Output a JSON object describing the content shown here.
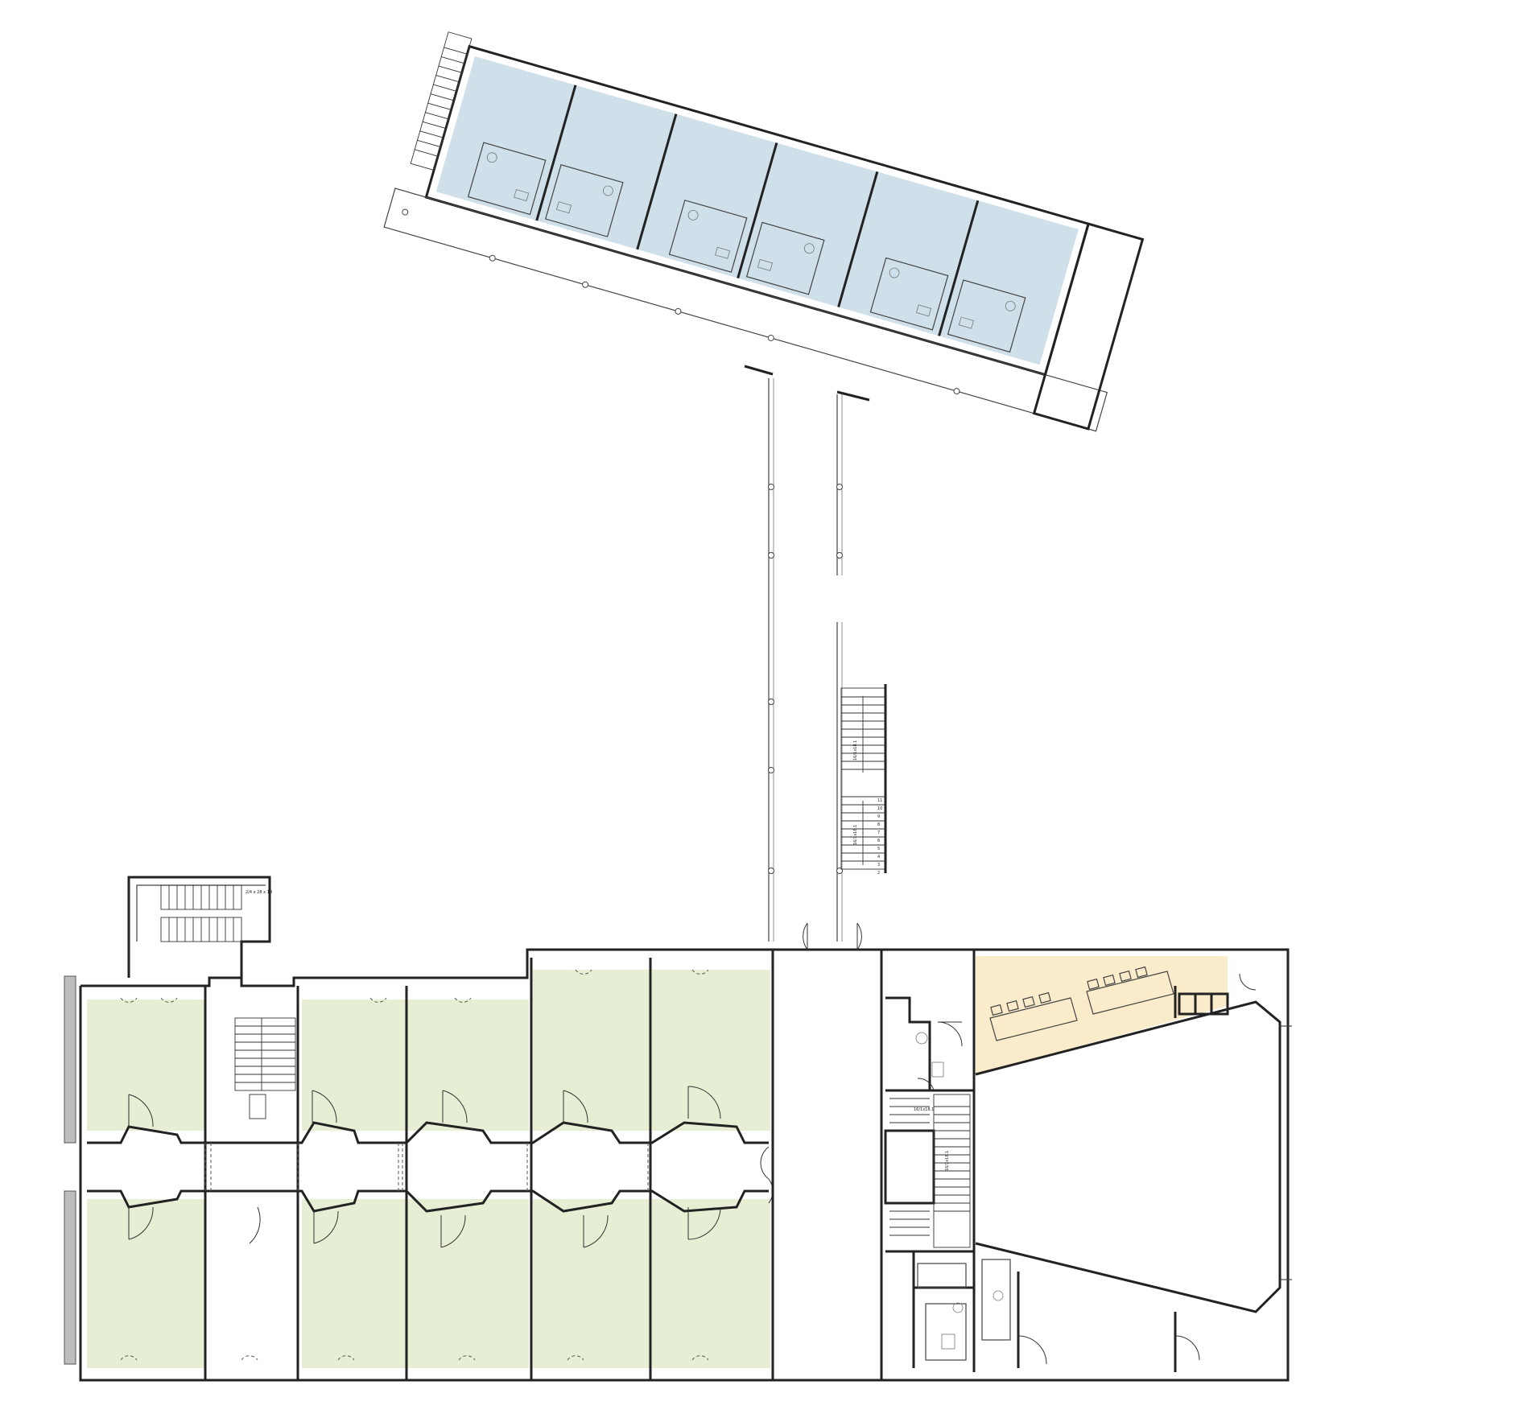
{
  "colors": {
    "blue_zone": "#cfe0ea",
    "green_zone": "#e6eed4",
    "yellow_zone": "#faeccb",
    "wall": "#222222",
    "facade_grey": "#bdbdbd"
  },
  "labels": {
    "stair_top_left": "2/4 x 28 x 19",
    "stair_run_a": "16/1x18.1",
    "stair_run_b": "16/1x18.1",
    "stair_core_a": "16/1x18.1",
    "stair_core_b": "16/1x18.1",
    "tread_numbers": [
      "11",
      "10",
      "9",
      "8",
      "7",
      "6",
      "5",
      "4",
      "3",
      "2"
    ]
  }
}
